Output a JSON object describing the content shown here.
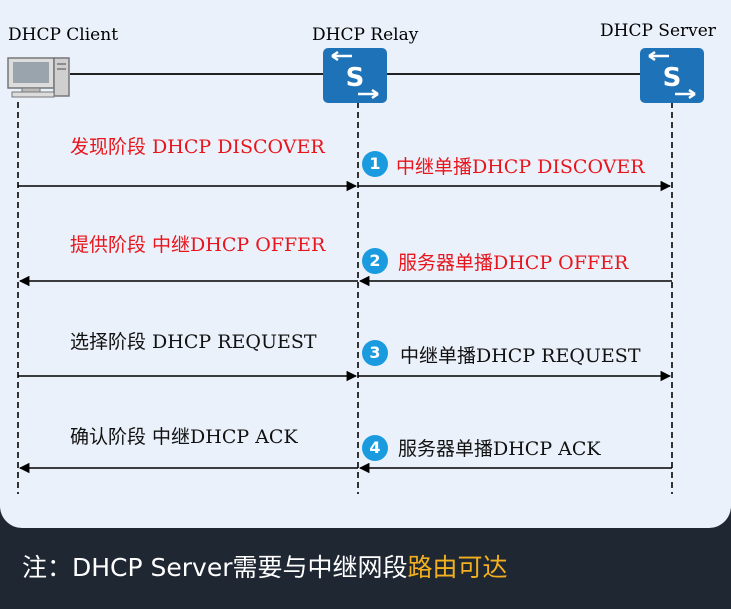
{
  "nodes": {
    "client": "DHCP Client",
    "relay": "DHCP Relay",
    "server": "DHCP Server"
  },
  "phases": [
    {
      "left_text": "发现阶段 DHCP DISCOVER",
      "step": "1",
      "right_text": "中继单播DHCP DISCOVER",
      "color": "#e8151c"
    },
    {
      "left_text": "提供阶段  中继DHCP OFFER",
      "step": "2",
      "right_text": "服务器单播DHCP OFFER",
      "color": "#e8151c"
    },
    {
      "left_text": "选择阶段 DHCP REQUEST",
      "step": "3",
      "right_text": "中继单播DHCP REQUEST",
      "color": "#111111"
    },
    {
      "left_text": "确认阶段 中继DHCP ACK",
      "step": "4",
      "right_text": "服务器单播DHCP ACK",
      "color": "#111111"
    }
  ],
  "note": {
    "prefix": "注：DHCP Server需要与中继网段",
    "highlight": "路由可达"
  },
  "colors": {
    "router": "#1e72b8",
    "badge": "#1a9be0",
    "highlight": "#f2b01e",
    "background": "#1f2733"
  }
}
